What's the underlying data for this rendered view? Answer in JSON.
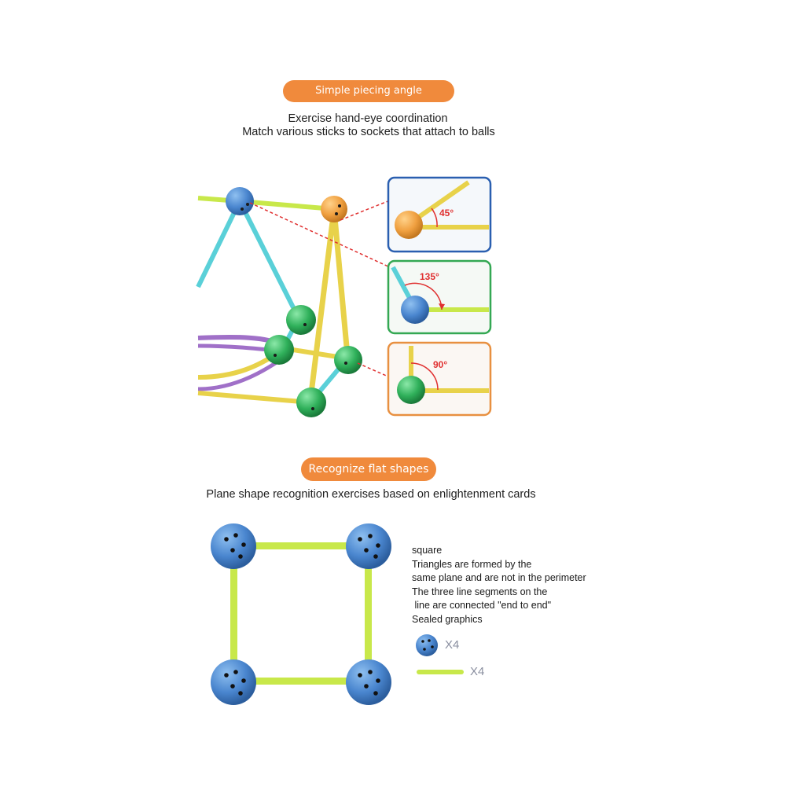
{
  "section1": {
    "title": "Simple piecing angle understanding",
    "lines": [
      "Exercise hand-eye coordination",
      "Match various sticks to sockets that attach to balls"
    ],
    "angles": [
      "45°",
      "135°",
      "90°"
    ]
  },
  "section2": {
    "title": "Recognize flat shapes",
    "line": "Plane shape recognition exercises based on enlightenment cards",
    "description": [
      "square",
      "Triangles are formed by the",
      "same plane and are not in the perimeter",
      "The three line segments on the",
      " line are connected \"end to end\"",
      "Sealed graphics"
    ],
    "ball_count": "X4",
    "stick_count": "X4"
  },
  "colors": {
    "accent": "#f08a3c",
    "blue_ball": "#4a86cf",
    "orange_ball": "#f0a040",
    "green_ball": "#2fb05a",
    "lime_stick": "#c8e84a",
    "yellow_stick": "#e8d24a",
    "cyan_stick": "#5ad0d8",
    "purple_stick": "#a070c8",
    "frame_blue": "#2a5fb0",
    "frame_green": "#34a853",
    "frame_orange": "#e89040",
    "angle_red": "#e03030"
  }
}
